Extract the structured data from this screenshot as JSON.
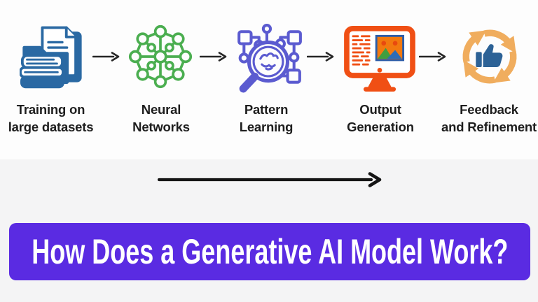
{
  "header_flow": {
    "steps": [
      {
        "line1": "Training on",
        "line2": "large datasets",
        "icon": "training-datasets-icon",
        "color": "#2a69a3"
      },
      {
        "line1": "Neural",
        "line2": "Networks",
        "icon": "neural-networks-icon",
        "color": "#4bae50"
      },
      {
        "line1": "Pattern",
        "line2": "Learning",
        "icon": "pattern-learning-icon",
        "color": "#5b5bd0"
      },
      {
        "line1": "Output",
        "line2": "Generation",
        "icon": "output-generation-icon",
        "color": "#f04f14"
      },
      {
        "line1": "Feedback",
        "line2": "and Refinement",
        "icon": "feedback-refinement-icon",
        "color": "#f0ad5e"
      }
    ],
    "connector_icon": "right-arrow-icon",
    "connector_color": "#262626"
  },
  "divider": {
    "icon": "long-right-arrow-icon",
    "color": "#151515"
  },
  "banner": {
    "title": "How Does a Generative AI Model Work?",
    "bg_color": "#5a2be2",
    "text_color": "#ffffff"
  },
  "colors": {
    "top_bg": "#fdfdfd",
    "bottom_bg": "#f4f4f5",
    "label_text": "#1e1e1e",
    "thumb_blue": "#2d6296"
  }
}
